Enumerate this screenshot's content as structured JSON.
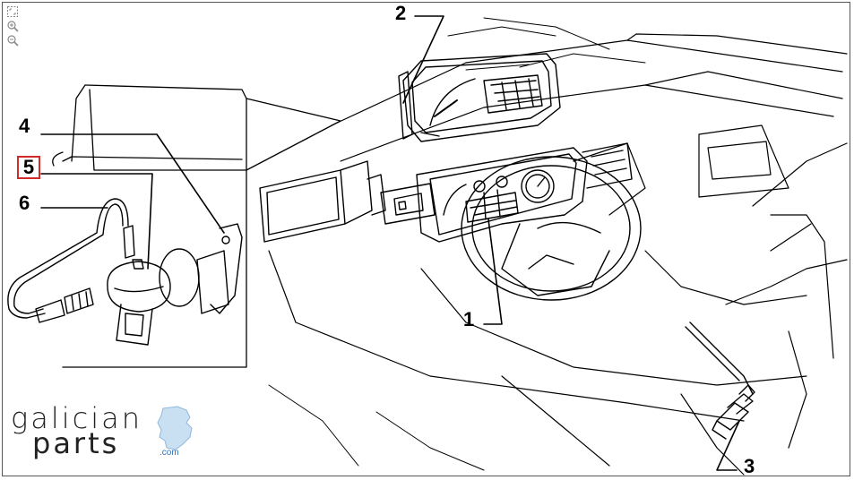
{
  "toolbar": {
    "icons": [
      "fit-screen-icon",
      "zoom-in-icon",
      "zoom-out-icon"
    ]
  },
  "callouts": {
    "c1": "1",
    "c2": "2",
    "c3": "3",
    "c4": "4",
    "c5": "5",
    "c6": "6"
  },
  "highlight_color": "#d32a2a",
  "logo": {
    "line1": "galician",
    "line2": "parts",
    "suffix": ".com",
    "accent_color": "#2f6fb3"
  }
}
